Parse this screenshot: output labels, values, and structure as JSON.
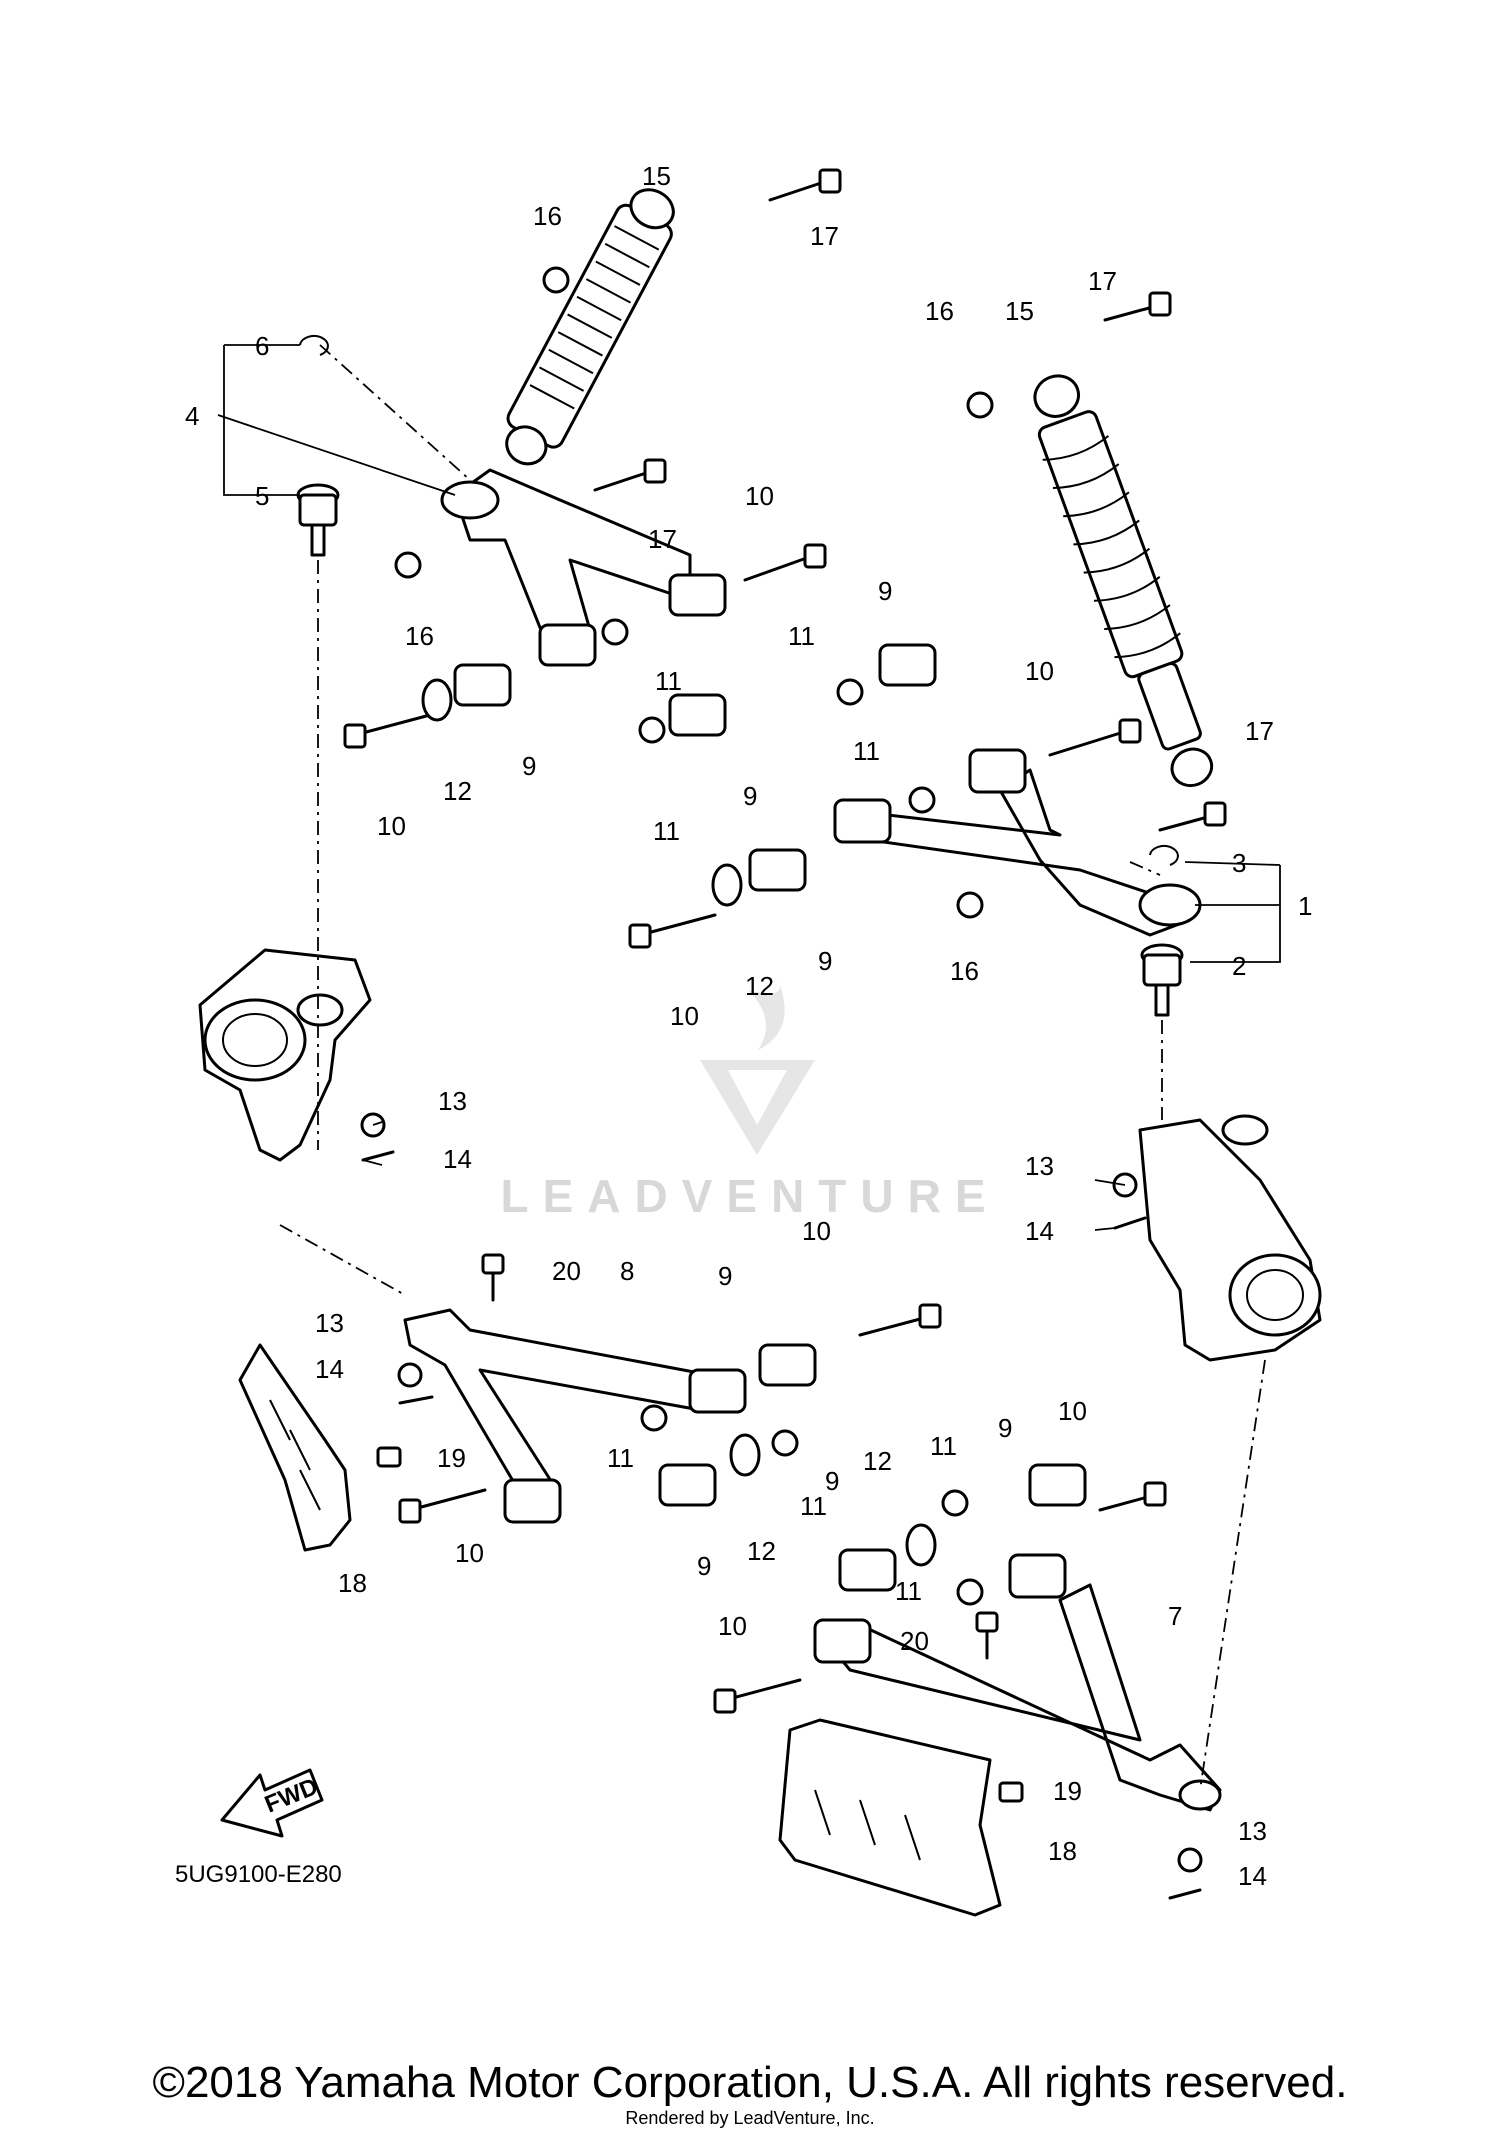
{
  "diagram_code": "5UG9100-E280",
  "fwd_label": "FWD",
  "watermark": "LEADVENTURE",
  "copyright": "©2018 Yamaha Motor Corporation, U.S.A. All rights reserved.",
  "rendered_by": "Rendered by LeadVenture, Inc.",
  "callouts": [
    "1",
    "2",
    "3",
    "4",
    "5",
    "6",
    "7",
    "8",
    "9",
    "10",
    "11",
    "12",
    "13",
    "14",
    "15",
    "16",
    "17",
    "18",
    "19",
    "20"
  ]
}
